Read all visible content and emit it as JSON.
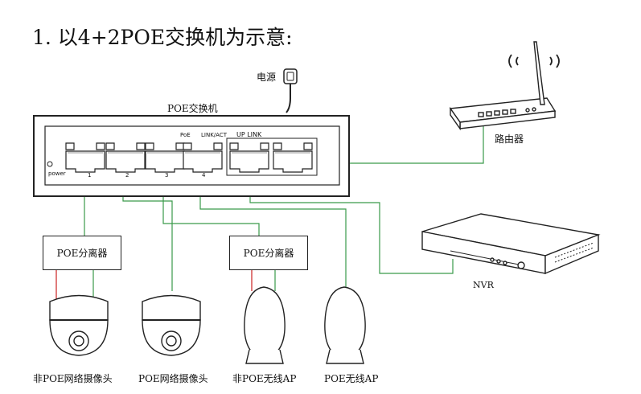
{
  "title": "1. 以4+2POE交换机为示意:",
  "power_label": "电源",
  "switch": {
    "label": "POE交换机",
    "power_text": "power",
    "poe_text": "PoE",
    "link_act_text": "LINK/ACT",
    "uplink_text": "UP LINK",
    "port_numbers": [
      "1",
      "2",
      "3",
      "4"
    ]
  },
  "router_label": "路由器",
  "nvr_label": "NVR",
  "splitter_label": "POE分离器",
  "devices": [
    {
      "label": "非POE网络摄像头"
    },
    {
      "label": "POE网络摄像头"
    },
    {
      "label": "非POE无线AP"
    },
    {
      "label": "POE无线AP"
    }
  ],
  "colors": {
    "link": "#3a9a4a",
    "power": "#cc2222",
    "outline": "#222222"
  }
}
